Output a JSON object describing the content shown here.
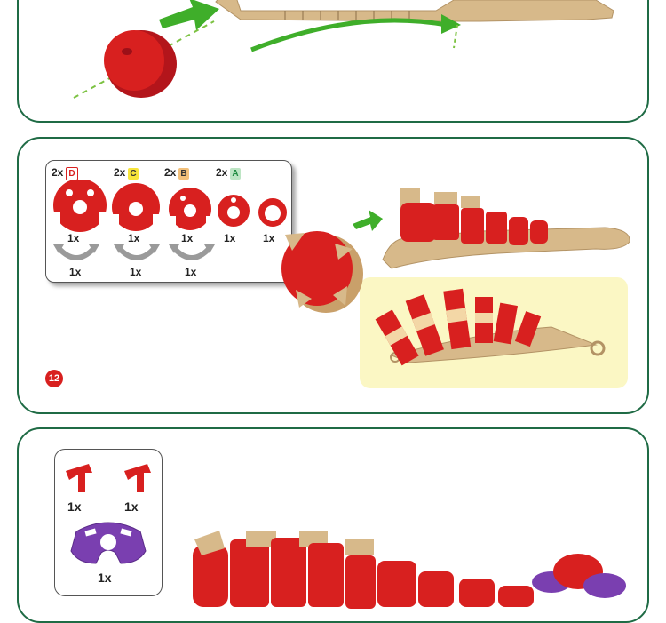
{
  "colors": {
    "panel_border": "#1f6b45",
    "part_red": "#d8201f",
    "cardboard": "#d7b98a",
    "arrow_green": "#3fae2a",
    "purple": "#7a3fb0",
    "grey_part": "#9a9a9a",
    "highlight": "#fbf7c4"
  },
  "step": {
    "number": "12"
  },
  "mid_parts": {
    "header": [
      {
        "qty": "2x",
        "letter": "D",
        "color": "#d8201f"
      },
      {
        "qty": "2x",
        "letter": "C",
        "color": "#e5c31b"
      },
      {
        "qty": "2x",
        "letter": "B",
        "color": "#e09a2c"
      },
      {
        "qty": "2x",
        "letter": "A",
        "color": "#1e8a3f"
      }
    ],
    "red_counts": [
      "1x",
      "1x",
      "1x",
      "1x",
      "1x"
    ],
    "grey_counts": [
      "1x",
      "1x",
      "1x"
    ]
  },
  "bottom_parts": {
    "counts": [
      "1x",
      "1x"
    ],
    "purple_count": "1x"
  }
}
